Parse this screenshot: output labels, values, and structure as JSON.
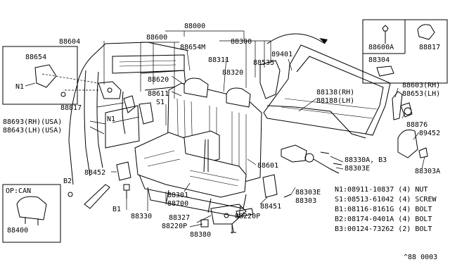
{
  "callouts": {
    "p88000": "88000",
    "p88600": "88600",
    "p88300": "88300",
    "p88604": "88604",
    "p88654": "88654",
    "p88654m": "88654M",
    "p88311": "88311",
    "p88320": "88320",
    "p88535": "88535",
    "p89401": "89401",
    "p88620": "88620",
    "p88611": "88611",
    "p88138": "88138(RH)",
    "p88188": "88188(LH)",
    "p88603": "88603(RH)",
    "p88653": "88653(LH)",
    "p88817_left": "88817",
    "p88693": "88693(RH)(USA)",
    "p88643": "88643(LH)(USA)",
    "p88876": "88876",
    "p89452": "89452",
    "p88330a": "88330A, B3",
    "p88303e_r": "88303E",
    "p88303a": "88303A",
    "p88452": "88452",
    "p88601": "88601",
    "p88700": "88700",
    "p88301": "88301",
    "p88451": "88451",
    "p88303e_b": "88303E",
    "p88303": "88303",
    "p88330": "88330",
    "p88327": "88327",
    "p88220p_l": "88220P",
    "p88220p_r": "88220P",
    "p88380": "88380",
    "p88400": "88400",
    "p88600a": "88600A",
    "p88817_box": "88817",
    "p88304": "88304",
    "s1_left": "S1",
    "n1_box": "N1",
    "n1_left": "N1",
    "b1": "B1",
    "b2": "B2",
    "b3_ref": "B3"
  },
  "option_box": {
    "label": "OP:CAN"
  },
  "fastener_legend": [
    {
      "code": "N1",
      "part": "08911-10837",
      "qty": "(4)",
      "type": "NUT"
    },
    {
      "code": "S1",
      "part": "08513-61042",
      "qty": "(4)",
      "type": "SCREW"
    },
    {
      "code": "B1",
      "part": "08116-8161G",
      "qty": "(4)",
      "type": "BOLT"
    },
    {
      "code": "B2",
      "part": "08174-0401A",
      "qty": "(4)",
      "type": "BOLT"
    },
    {
      "code": "B3",
      "part": "00124-73262",
      "qty": "(2)",
      "type": "BOLT"
    }
  ],
  "footer": {
    "code": "^88  0003"
  }
}
